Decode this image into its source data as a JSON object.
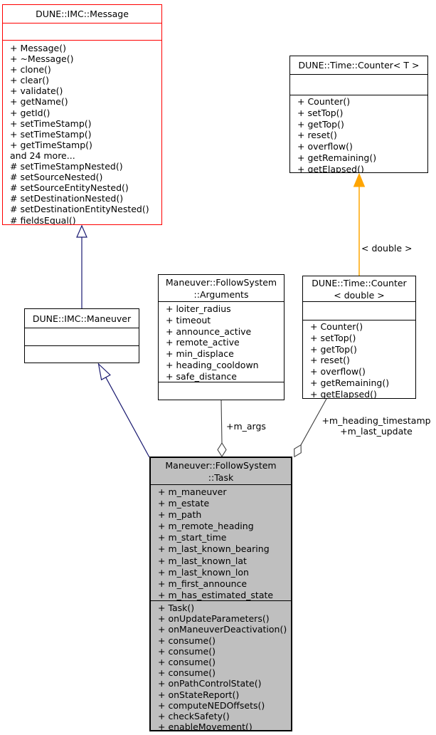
{
  "colors": {
    "truncated_border": "#ff0000",
    "node_border": "#000000",
    "task_fill": "#bfbfbf",
    "inheritance_edge": "#191970",
    "aggregation_edge": "#404040",
    "template_edge": "#ffa500"
  },
  "classes": {
    "message": {
      "title_lines": [
        "DUNE::IMC::Message"
      ],
      "attributes": [],
      "methods": [
        "+ Message()",
        "+ ~Message()",
        "+ clone()",
        "+ clear()",
        "+ validate()",
        "+ getName()",
        "+ getId()",
        "+ setTimeStamp()",
        "+ setTimeStamp()",
        "+ getTimeStamp()",
        "and 24 more...",
        "# setTimeStampNested()",
        "# setSourceNested()",
        "# setSourceEntityNested()",
        "# setDestinationNested()",
        "# setDestinationEntityNested()",
        "# fieldsEqual()"
      ]
    },
    "counter_t": {
      "title_lines": [
        "DUNE::Time::Counter< T >"
      ],
      "attributes": [],
      "methods": [
        "+ Counter()",
        "+ setTop()",
        "+ getTop()",
        "+ reset()",
        "+ overflow()",
        "+ getRemaining()",
        "+ getElapsed()"
      ]
    },
    "maneuver": {
      "title_lines": [
        "DUNE::IMC::Maneuver"
      ],
      "attributes": [],
      "methods": []
    },
    "arguments": {
      "title_lines": [
        "Maneuver::FollowSystem",
        "::Arguments"
      ],
      "attributes": [
        "+ loiter_radius",
        "+ timeout",
        "+ announce_active",
        "+ remote_active",
        "+ min_displace",
        "+ heading_cooldown",
        "+ safe_distance"
      ],
      "methods": []
    },
    "counter_double": {
      "title_lines": [
        "DUNE::Time::Counter",
        "< double >"
      ],
      "attributes": [],
      "methods": [
        "+ Counter()",
        "+ setTop()",
        "+ getTop()",
        "+ reset()",
        "+ overflow()",
        "+ getRemaining()",
        "+ getElapsed()"
      ]
    },
    "task": {
      "title_lines": [
        "Maneuver::FollowSystem",
        "::Task"
      ],
      "attributes": [
        "+ m_maneuver",
        "+ m_estate",
        "+ m_path",
        "+ m_remote_heading",
        "+ m_start_time",
        "+ m_last_known_bearing",
        "+ m_last_known_lat",
        "+ m_last_known_lon",
        "+ m_first_announce",
        "+ m_has_estimated_state"
      ],
      "methods": [
        "+ Task()",
        "+ onUpdateParameters()",
        "+ onManeuverDeactivation()",
        "+ consume()",
        "+ consume()",
        "+ consume()",
        "+ consume()",
        "+ onPathControlState()",
        "+ onStateReport()",
        "+ computeNEDOffsets()",
        "+ checkSafety()",
        "+ enableMovement()"
      ]
    }
  },
  "edge_labels": {
    "m_args": "+m_args",
    "heading_timestamp": "+m_heading_timestamp",
    "last_update": "+m_last_update",
    "template_instance": "< double >"
  }
}
